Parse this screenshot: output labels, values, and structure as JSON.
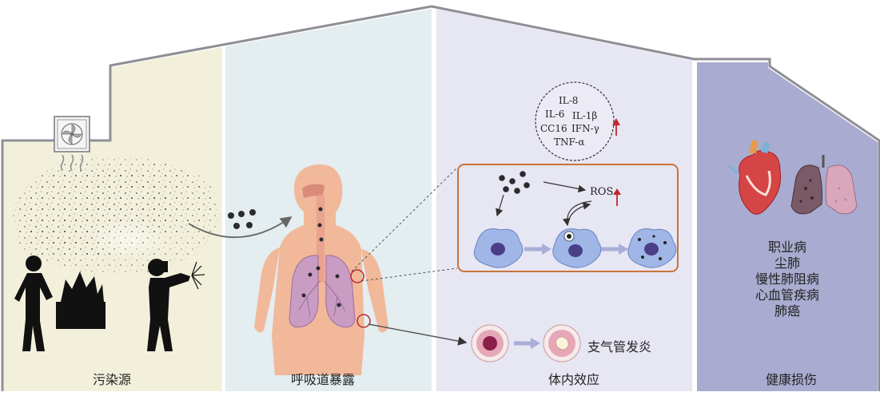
{
  "panels": {
    "source": "污染源",
    "respiratory": "呼吸道暴露",
    "effects": "体内效应",
    "health": "健康损伤"
  },
  "cytokines": [
    "IL-8",
    "IL-6",
    "IL-1β",
    "CC16",
    "IFN-γ",
    "TNF-α"
  ],
  "ros_label": "ROS",
  "bronchitis_label": "支气管发炎",
  "diseases": [
    "职业病",
    "尘肺",
    "慢性肺阻病",
    "心血管疾病",
    "肺癌"
  ],
  "colors": {
    "panel_source": "#f2f0db",
    "panel_respiratory": "#e4edf0",
    "panel_effects": "#e7e6f3",
    "panel_health": "#a9abd0",
    "box_border": "#c8733a",
    "arrow_up": "#c0272d",
    "skin": "#f1b89a",
    "lung": "#c99cc4",
    "cell": "#9fb6e6"
  },
  "icons": [
    "ventilation-fan-icon",
    "worker-icon",
    "welder-icon",
    "particle-icon",
    "human-torso-icon",
    "heart-icon",
    "lung-icon",
    "macrophage-icon",
    "airway-cross-section-icon"
  ]
}
